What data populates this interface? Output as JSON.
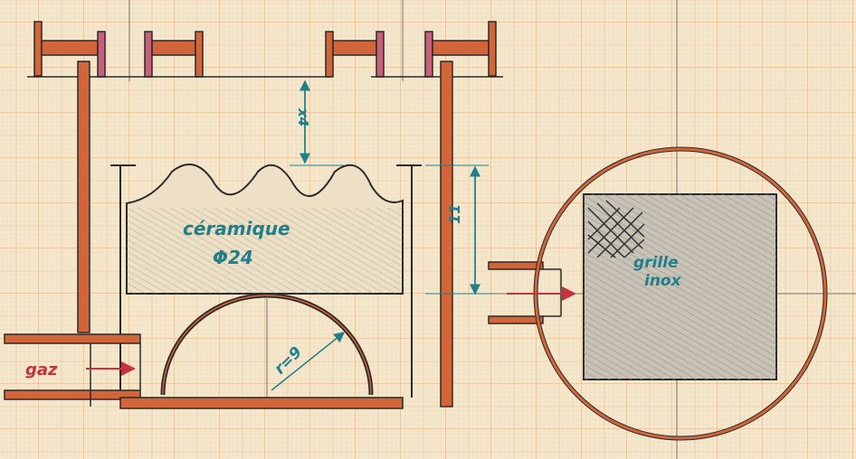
{
  "labels": {
    "ceramic": "céramique",
    "diameter": "Φ24",
    "gas": "gaz",
    "radius": "r=9",
    "height_gap": "x4",
    "height_side": "11",
    "grid_line1": "grille",
    "grid_line2": "inox"
  },
  "colors": {
    "paper": "#f4e7cc",
    "grid": "#e9c29a",
    "pipe": "#d2653a",
    "ink": "#2a2a2a",
    "annotation": "#1f7f8a",
    "arrow": "#c8323c"
  }
}
